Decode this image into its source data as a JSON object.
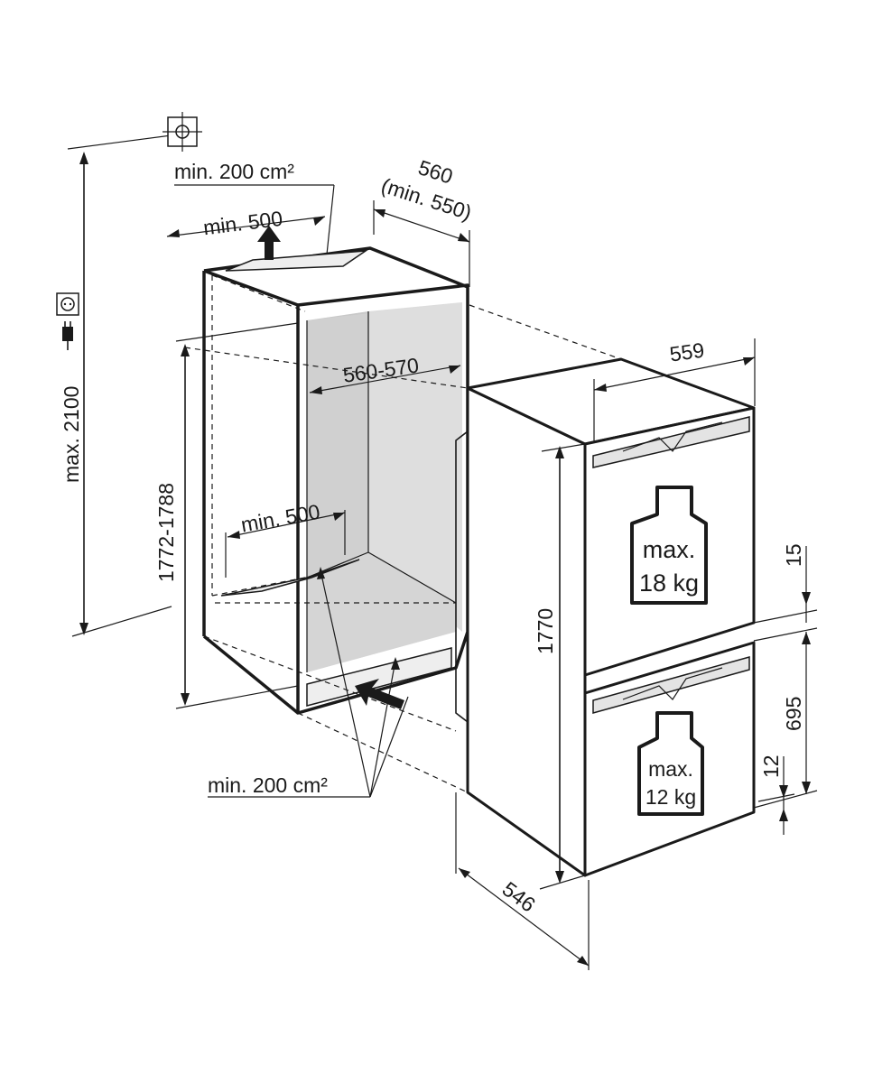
{
  "labels": {
    "vent_top_area": "min. 200 cm²",
    "vent_top_width": "min. 500",
    "niche_depth": "560",
    "niche_depth_min": "(min. 550)",
    "niche_width": "560-570",
    "niche_height": "1772-1788",
    "max_height": "max. 2100",
    "vent_bottom_width": "min. 500",
    "vent_bottom_area": "min. 200 cm²",
    "appliance_width": "559",
    "appliance_height": "1770",
    "appliance_depth": "546",
    "door_gap": "15",
    "lower_door_height": "695",
    "bottom_gap": "12"
  },
  "weights": {
    "upper": {
      "line1": "max.",
      "line2": "18 kg"
    },
    "lower": {
      "line1": "max.",
      "line2": "12 kg"
    }
  },
  "icons": [
    "water-connection-icon",
    "socket-icon",
    "plug-icon",
    "weight-icon",
    "arrow-up-icon",
    "arrow-in-icon"
  ],
  "colors": {
    "line": "#1a1a1a",
    "niche_interior": "#dddddd",
    "niche_side": "#c8c8c8",
    "niche_floor": "#d0d0d0",
    "vent": "#eeeeee"
  }
}
